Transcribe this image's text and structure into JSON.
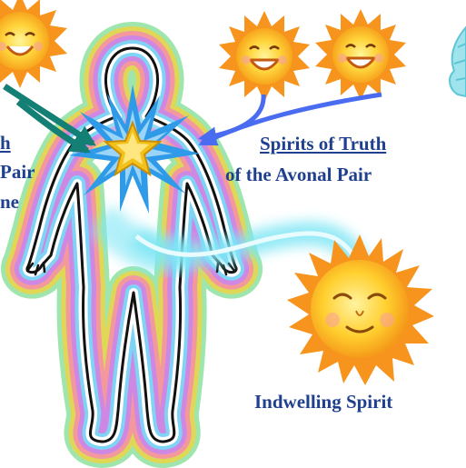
{
  "labels": {
    "left_line1": "h",
    "left_line2": "Pair",
    "left_line3": "ne",
    "right_title": "Spirits of Truth",
    "right_subtitle": "of the Avonal Pair",
    "bottom": "Indwelling Spirit"
  },
  "colors": {
    "label_text": "#1f3f8f",
    "teal_arrow": "#137f75",
    "blue_arrow": "#4a6cf0",
    "star_gold": "#f2c21b",
    "ray_blue": "#2f9be8",
    "glow_cyan": "#7fe6f5",
    "sun_orange": "#f7941d",
    "sun_yellow": "#ffd43b"
  },
  "icons": {
    "suns": [
      "smiling-sun-icon",
      "smiling-sun-icon",
      "smiling-sun-icon",
      "smiling-sun-icon"
    ],
    "figure": "human-silhouette-with-rainbow-aura",
    "star": "gold-star-burst-icon",
    "wing": "cyan-wing-icon"
  }
}
